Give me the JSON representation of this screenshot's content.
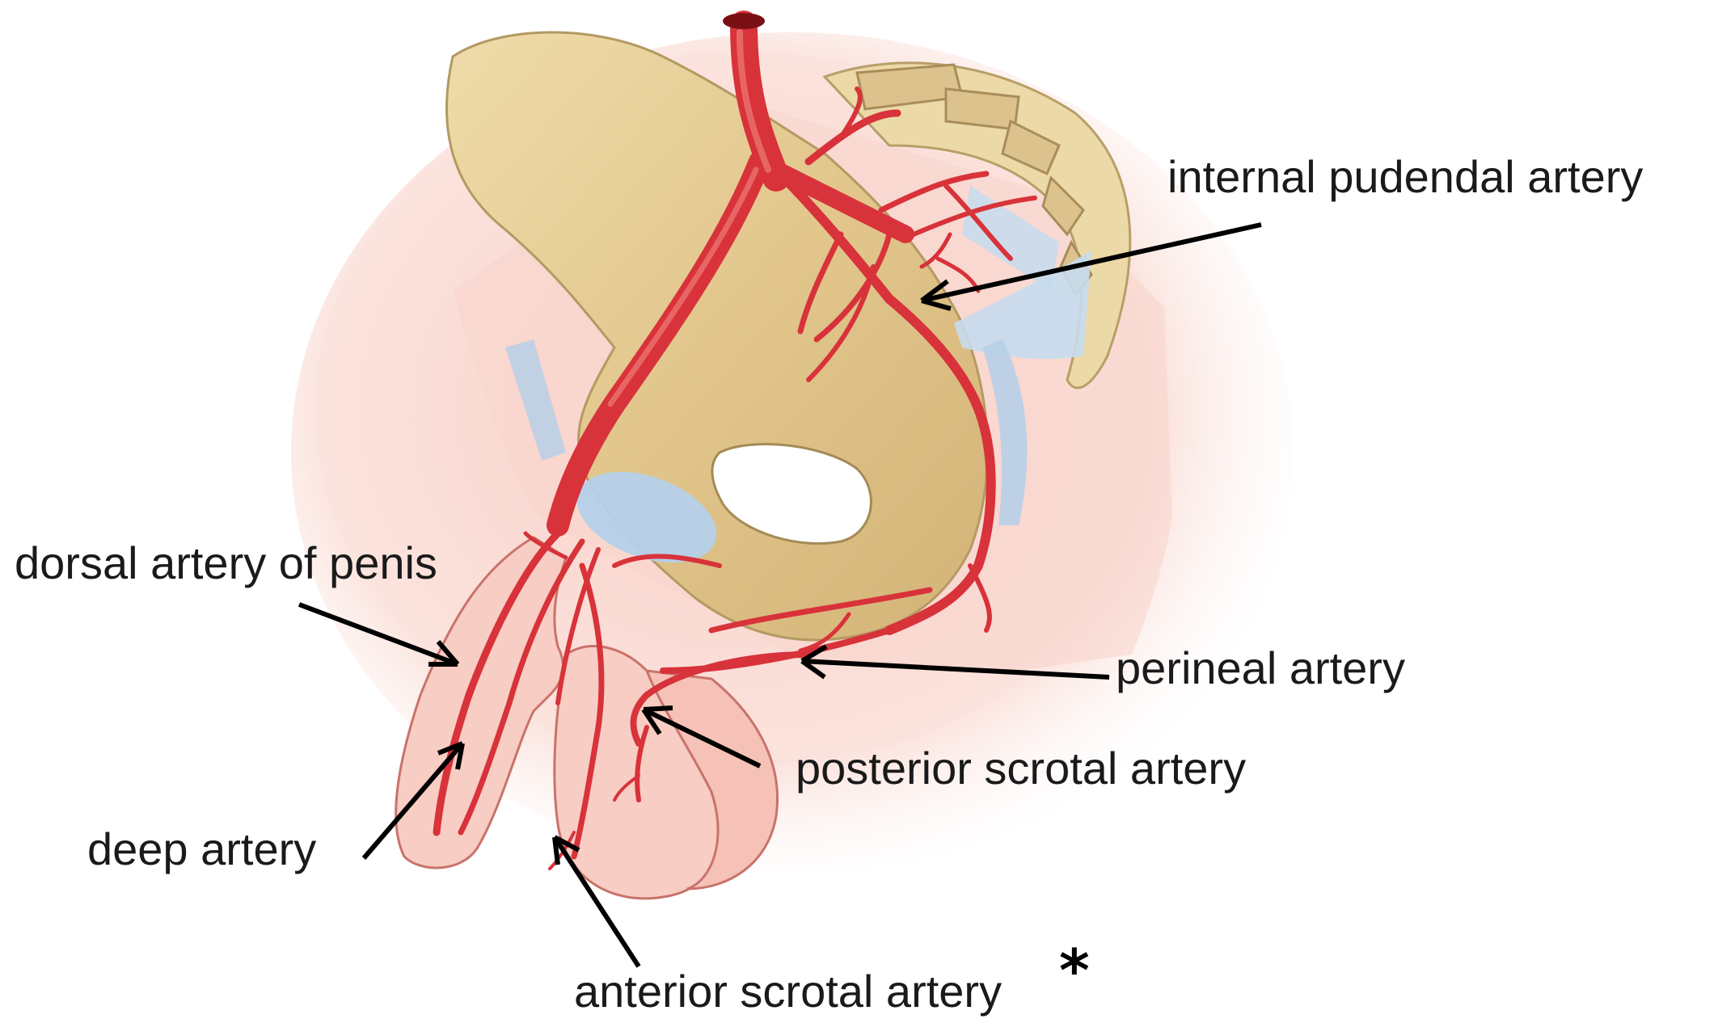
{
  "labels": {
    "internal_pudendal": "internal pudendal artery",
    "dorsal": "dorsal artery of penis",
    "perineal": "perineal artery",
    "posterior_scrotal": "posterior scrotal artery",
    "deep": "deep artery",
    "anterior_scrotal": "anterior scrotal artery",
    "asterisk": "*"
  },
  "colors": {
    "bone": "#e2c98e",
    "skin": "#f7c9bf",
    "artery": "#d8323a",
    "ligament": "#b9d3ea",
    "arrow": "#000000"
  }
}
